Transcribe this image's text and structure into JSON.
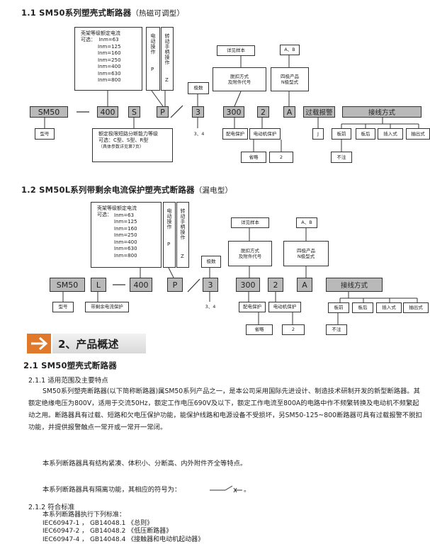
{
  "section1": {
    "title": "1.1  SM50系列塑壳式断路器",
    "subtitle": "（热磁可调型）",
    "frame": {
      "line1": "壳架等级额定电流",
      "line2": "可选：  Inm=63",
      "rest": "Inm=125\nInm=160\nInm=250\nInm=400\nInm=630\nInm=800"
    },
    "p_box": {
      "vert": "电动操作",
      "letter": "P"
    },
    "z_box": {
      "vert": "转动手柄操作",
      "letter": "Z"
    },
    "poles": "极数",
    "poles_opts": "3、4",
    "shunt": "详见样本",
    "shunt_desc": "脱扣方式\n及附件代号",
    "ab": "A、B",
    "four_pole": "四极产品\nN极型式",
    "codes": {
      "sm50": "SM50",
      "dash": "—",
      "i400": "400",
      "s": "S",
      "p": "P",
      "slash": "/",
      "three": "3",
      "c300": "300",
      "two": "2",
      "a": "A",
      "alarm": "过载报警",
      "wiring": "接线方式"
    },
    "model": "型号",
    "breaking": {
      "line1": "额定极限短路分断能力等级",
      "line2": "可选：C型、S型、R型",
      "line3": "（具体参数详见第7页）"
    },
    "dist": "配电保护",
    "motor": "电动机保护",
    "j": "J",
    "wire_opts": [
      "板前",
      "板后",
      "插入式",
      "抽出式"
    ],
    "omit": "省略",
    "two_small": "2",
    "nonote": "不注"
  },
  "section2": {
    "title": "1.2  SM50L系列带剩余电流保护塑壳式断路器",
    "subtitle": "（漏电型）",
    "frame": {
      "line1": "壳架等级额定电流",
      "line2": "可选：",
      "rest": "Inm=63\nInm=125\nInm=160\nInm=250\nInm=400\nInm=630\nInm=800"
    },
    "p_box": {
      "vert": "电动操作",
      "letter": "P"
    },
    "z_box": {
      "vert": "转动手柄操作",
      "letter": "Z"
    },
    "poles": "极数",
    "poles_opts": "3、4",
    "shunt": "详见样本",
    "shunt_desc": "脱扣方式\n及附件代号",
    "ab": "A、B",
    "four_pole": "四极产品\nN极型式",
    "codes": {
      "sm50": "SM50",
      "l": "L",
      "dash": "—",
      "i400": "400",
      "p": "P",
      "slash": "/",
      "three": "3",
      "c300": "300",
      "two": "2",
      "a": "A",
      "wiring": "接线方式"
    },
    "model": "型号",
    "rcd": "带剩余电流保护",
    "dist": "配电保护",
    "motor": "电动机保护",
    "wire_opts": [
      "板前",
      "板后",
      "插入式",
      "抽出式"
    ],
    "omit": "省略",
    "two_small": "2",
    "nonote": "不注"
  },
  "banner": {
    "title": "2、产品概述"
  },
  "sec21": {
    "title": "2.1  SM50塑壳式断路器"
  },
  "sec211": {
    "title": "2.1.1  适用范围及主要特点"
  },
  "paragraph1": "SM50系列塑壳断路器(以下简称断路器)属SM50系列产品之一，是本公司采用国际先进设计、制造技术研制开发的新型断路器。其额定绝缘电压为800V，适用于交流50Hz，额定工作电压690V及以下，额定工作电流至800A的电路中作不频繁转换及电动机不频繁起动之用。断路器具有过载、短路和欠电压保护功能，能保护线路和电源设备不受损坏，另SM50-125~800断路器可具有过载报警不脱扣功能，并提供报警触点一常开或一常开一常闭。",
  "paragraph2": "本系列断路器具有结构紧凑、体积小、分断高、内外附件齐全等特点。",
  "paragraph3_pre": "本系列断路器具有隔离功能，其相应的符号为：",
  "paragraph3_post": "。",
  "sec212": {
    "title": "2.1.2  符合标准"
  },
  "std_intro": "本系列断路器执行下列标准：",
  "standards": [
    "IEC60947-1 ，  GB14048.1 《总则》",
    "IEC60947-2 ，  GB14048.2 《低压断路器》",
    "IEC60947-4 ，  GB14048.4 《接触器和电动机起动器》"
  ]
}
